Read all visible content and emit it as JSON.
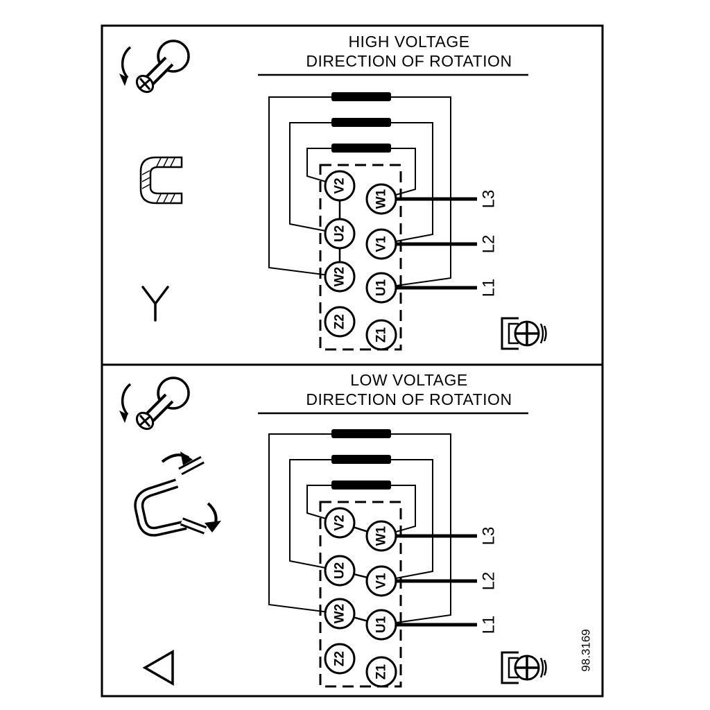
{
  "figure_code": "98.3169",
  "panels": [
    {
      "name": "high-voltage",
      "title1": "HIGH VOLTAGE",
      "title2": "DIRECTION OF ROTATION",
      "connection_symbol": "star",
      "terminals_left": [
        "V2",
        "U2",
        "W2",
        "Z2"
      ],
      "terminals_right": [
        "W1",
        "V1",
        "U1",
        "Z1"
      ],
      "supply": [
        "L3",
        "L2",
        "L1"
      ]
    },
    {
      "name": "low-voltage",
      "title1": "LOW VOLTAGE",
      "title2": "DIRECTION OF ROTATION",
      "connection_symbol": "delta",
      "terminals_left": [
        "V2",
        "U2",
        "W2",
        "Z2"
      ],
      "terminals_right": [
        "W1",
        "V1",
        "U1",
        "Z1"
      ],
      "supply": [
        "L3",
        "L2",
        "L1"
      ]
    }
  ]
}
